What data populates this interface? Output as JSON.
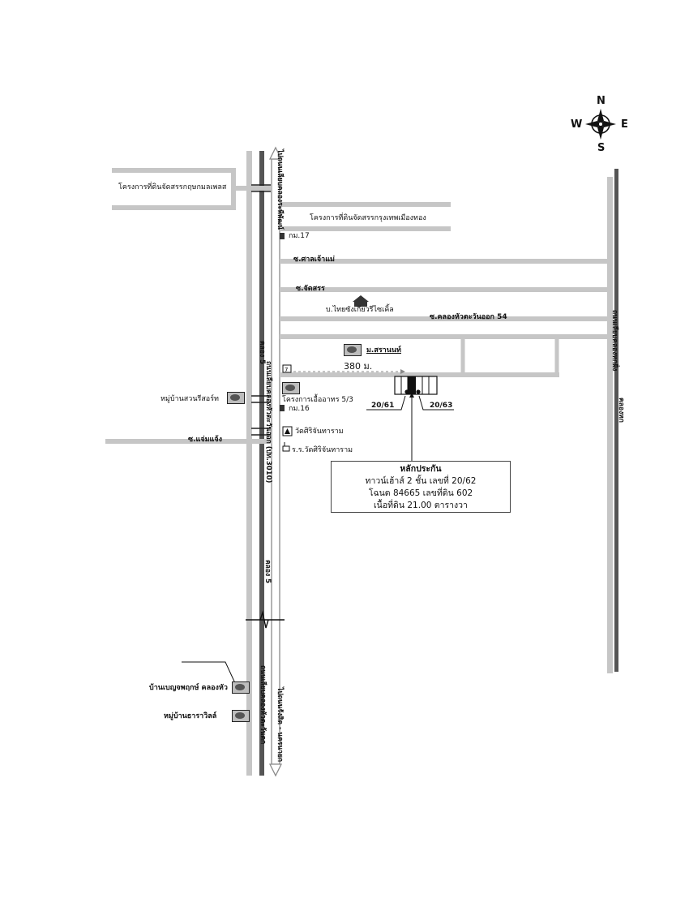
{
  "compass": {
    "n": "N",
    "s": "S",
    "e": "E",
    "w": "W"
  },
  "roads": {
    "west_road": "ถนนเลียบคลองหัวตะวันตก",
    "west_canal": "คลอง 5",
    "canal_road_east": "ถนนเลียบคลองหัวตะวันออก (ปท.3010)",
    "canal_label_upper": "คลอง 5",
    "canal_label_lower": "คลอง 5",
    "to_north": "ไปถนนเลียบคลองระพีพัฒน์",
    "to_south": "ไปถนนรังสิต - นครนายก",
    "far_east_road": "ถนนเลียบคลองหกฝั่ง",
    "far_east_canal": "คลองหก"
  },
  "sois": {
    "sanjao": "ซ.ศาลเจ้าแม่",
    "jadsan": "ซ.จัดสรร",
    "khlonghua54": "ซ.คลองหัวตะวันออก 54",
    "jamjaeng": "ซ.แจ่มแจ้ง"
  },
  "places": {
    "kritsakom": "โครงการที่ดินจัดสรรกฤษกมลเพลส",
    "krungthep": "โครงการที่ดินจัดสรรกรุงเทพเมืองทอง",
    "km17": "กม.17",
    "thaisong": "บ.ไทยซังเกียวรีไซเคิ้ล",
    "saranat": "ม.สรานนท์",
    "distance": "380 ม.",
    "suanresort": "หมู่บ้านสวนรีสอร์ท",
    "uaarthon": "โครงการเอื้ออาทร 5/3",
    "km16": "กม.16",
    "watsiri": "วัดศิริจันทาราม",
    "school": "ร.ร.วัดศิริจันทาราม",
    "boonpruksa": "บ้านเบญจพฤกษ์ คลองหัว",
    "thara": "หมู่บ้านธาราวิลล์",
    "unit_left": "20/61",
    "unit_right": "20/63"
  },
  "info": {
    "title": "หลักประกัน",
    "line1": "ทาวน์เฮ้าส์ 2 ชั้น เลขที่ 20/62",
    "line2": "โฉนด 84665 เลขที่ดิน 602",
    "line3": "เนื้อที่ดิน 21.00 ตารางวา"
  },
  "colors": {
    "road": "#c4c4c4",
    "canal": "#555555",
    "accent": "#111111"
  }
}
